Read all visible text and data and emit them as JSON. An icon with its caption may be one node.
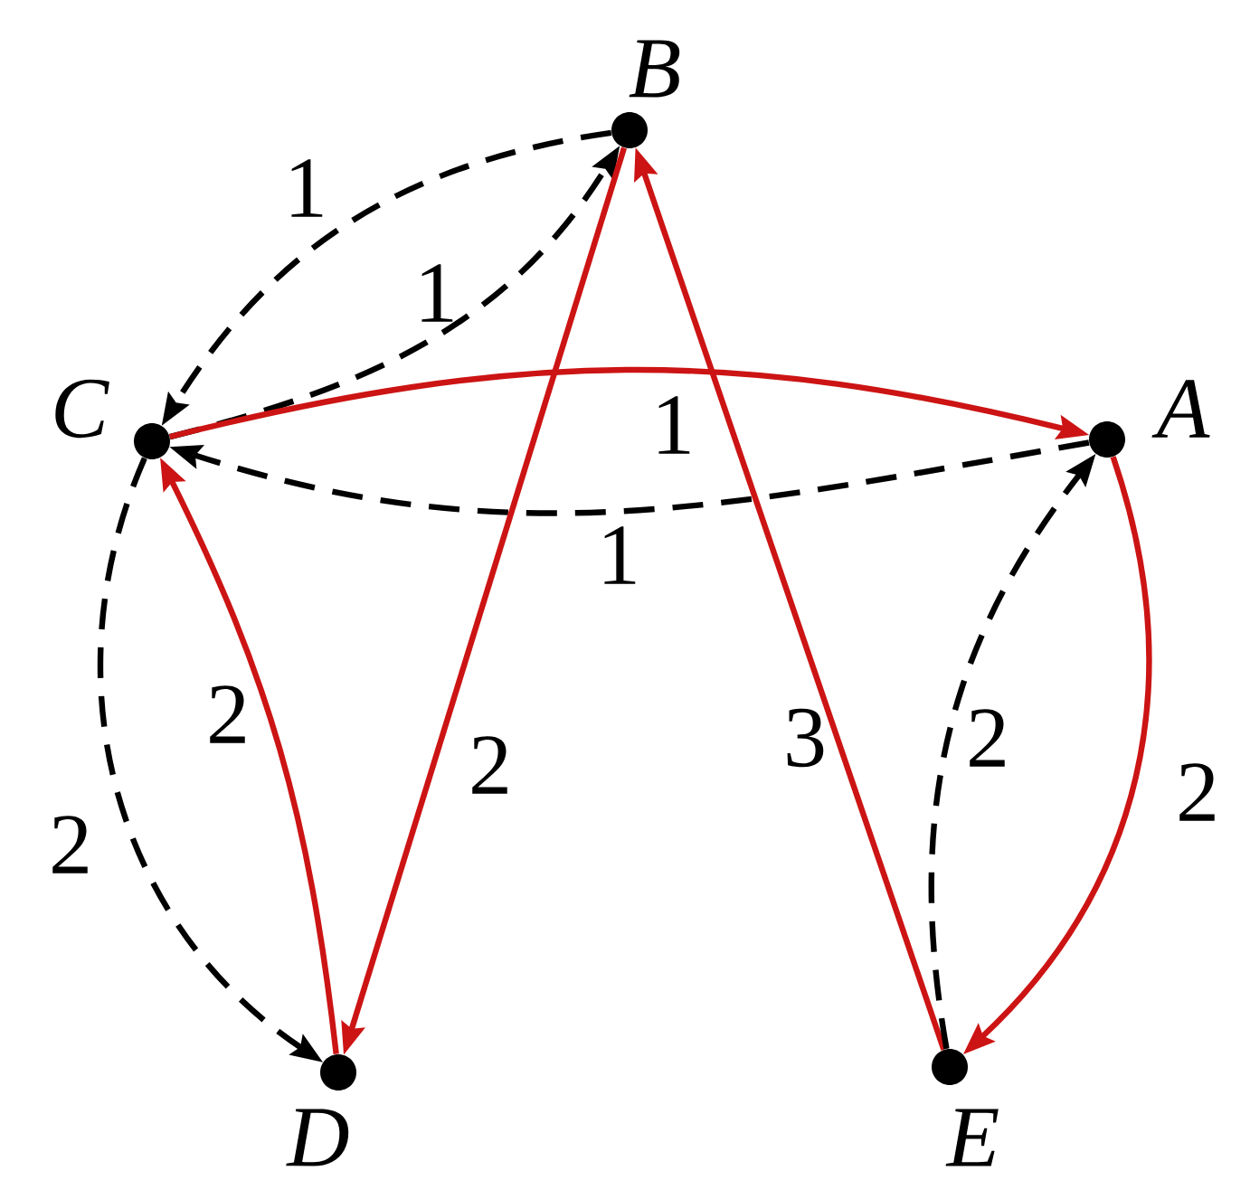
{
  "diagram": {
    "nodes": [
      {
        "text": [
          "B"
        ]
      },
      {
        "text": [
          "C"
        ]
      },
      {
        "text": [
          "A"
        ]
      },
      {
        "text": [
          "D"
        ]
      },
      {
        "text": [
          "E"
        ]
      }
    ],
    "edges": [
      {
        "from": 0,
        "to": 1,
        "arrow": "to",
        "label": "1",
        "style": "dashed"
      },
      {
        "from": 1,
        "to": 0,
        "arrow": "to",
        "label": "1",
        "style": "dashed"
      },
      {
        "from": 1,
        "to": 2,
        "arrow": "to",
        "label": "1",
        "color": "#cc1414"
      },
      {
        "from": 2,
        "to": 1,
        "arrow": "to",
        "label": "1",
        "style": "dashed"
      },
      {
        "from": 1,
        "to": 3,
        "arrow": "to",
        "label": "2",
        "style": "dashed"
      },
      {
        "from": 3,
        "to": 1,
        "arrow": "to",
        "label": "2",
        "color": "#cc1414"
      },
      {
        "from": 0,
        "to": 3,
        "arrow": "to",
        "label": "2",
        "color": "#cc1414"
      },
      {
        "from": 4,
        "to": 0,
        "arrow": "to",
        "label": "3",
        "color": "#cc1414"
      },
      {
        "from": 4,
        "to": 2,
        "arrow": "to",
        "label": "2",
        "style": "dashed"
      },
      {
        "from": 2,
        "to": 4,
        "arrow": "to",
        "label": "2",
        "color": "#cc1414"
      }
    ]
  }
}
